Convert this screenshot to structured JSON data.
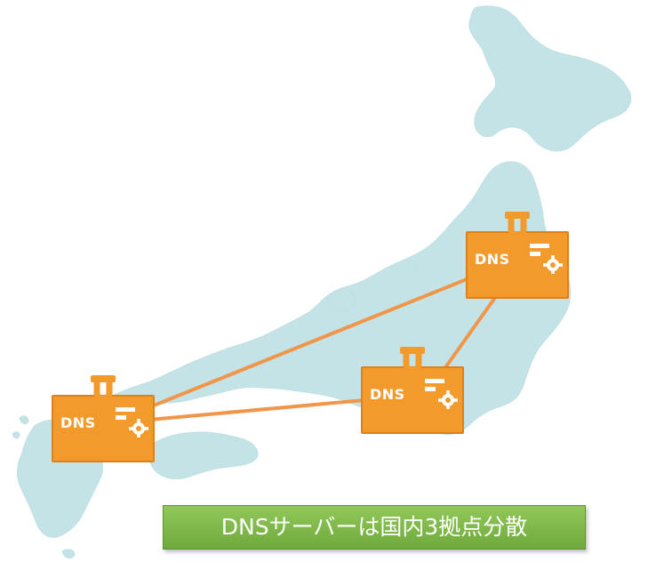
{
  "servers": [
    {
      "label": "DNS",
      "location": "tohoku"
    },
    {
      "label": "DNS",
      "location": "kanto"
    },
    {
      "label": "DNS",
      "location": "kyushu"
    }
  ],
  "caption": "DNSサーバーは国内3拠点分散",
  "colors": {
    "map": "#c3e3e6",
    "server": "#f39a2d",
    "link": "#f0964a",
    "caption_green": "#7cb744",
    "text": "#ffffff"
  },
  "icons": [
    "japan-map",
    "server-hook-icon",
    "config-lines-icon",
    "gear-icon"
  ]
}
